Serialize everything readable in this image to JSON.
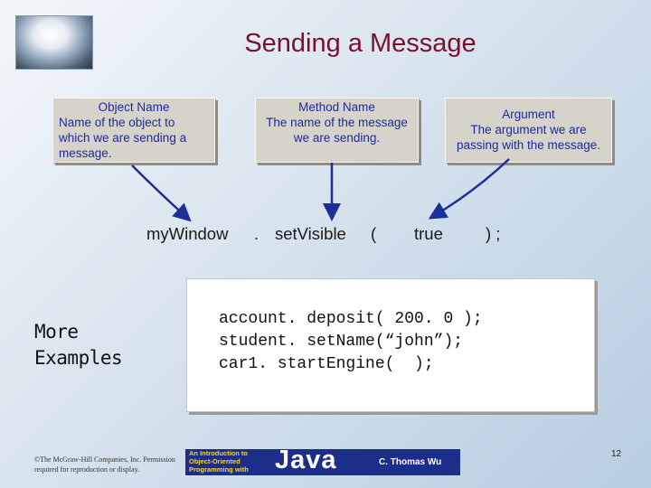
{
  "slide": {
    "title": "Sending a Message",
    "page_number": "12"
  },
  "callouts": {
    "object": {
      "heading": "Object Name",
      "body": "Name of the object to which we are sending a message."
    },
    "method": {
      "heading": "Method Name",
      "body": "The name of the message we are sending."
    },
    "argument": {
      "heading": "Argument",
      "body": "The argument we are passing with the message."
    }
  },
  "statement": {
    "object": "myWindow",
    "dot": ".",
    "method": "setVisible",
    "open_paren": "(",
    "argument": "true",
    "close": ") ;"
  },
  "examples": {
    "label_line1": "More",
    "label_line2": "Examples",
    "lines": [
      "account. deposit( 200. 0 );",
      "student. setName(“john”);",
      "car1. startEngine(  );"
    ]
  },
  "footer": {
    "copyright": "©The McGraw-Hill Companies, Inc. Permission required for reproduction or display.",
    "banner_small": "An Introduction to Object-Oriented Programming with",
    "banner_java": "Java",
    "banner_author": "C. Thomas Wu"
  },
  "colors": {
    "title": "#7a1030",
    "callout_text": "#1f2a9a",
    "arrow": "#1c2d9c",
    "banner": "#1c2d8a"
  }
}
